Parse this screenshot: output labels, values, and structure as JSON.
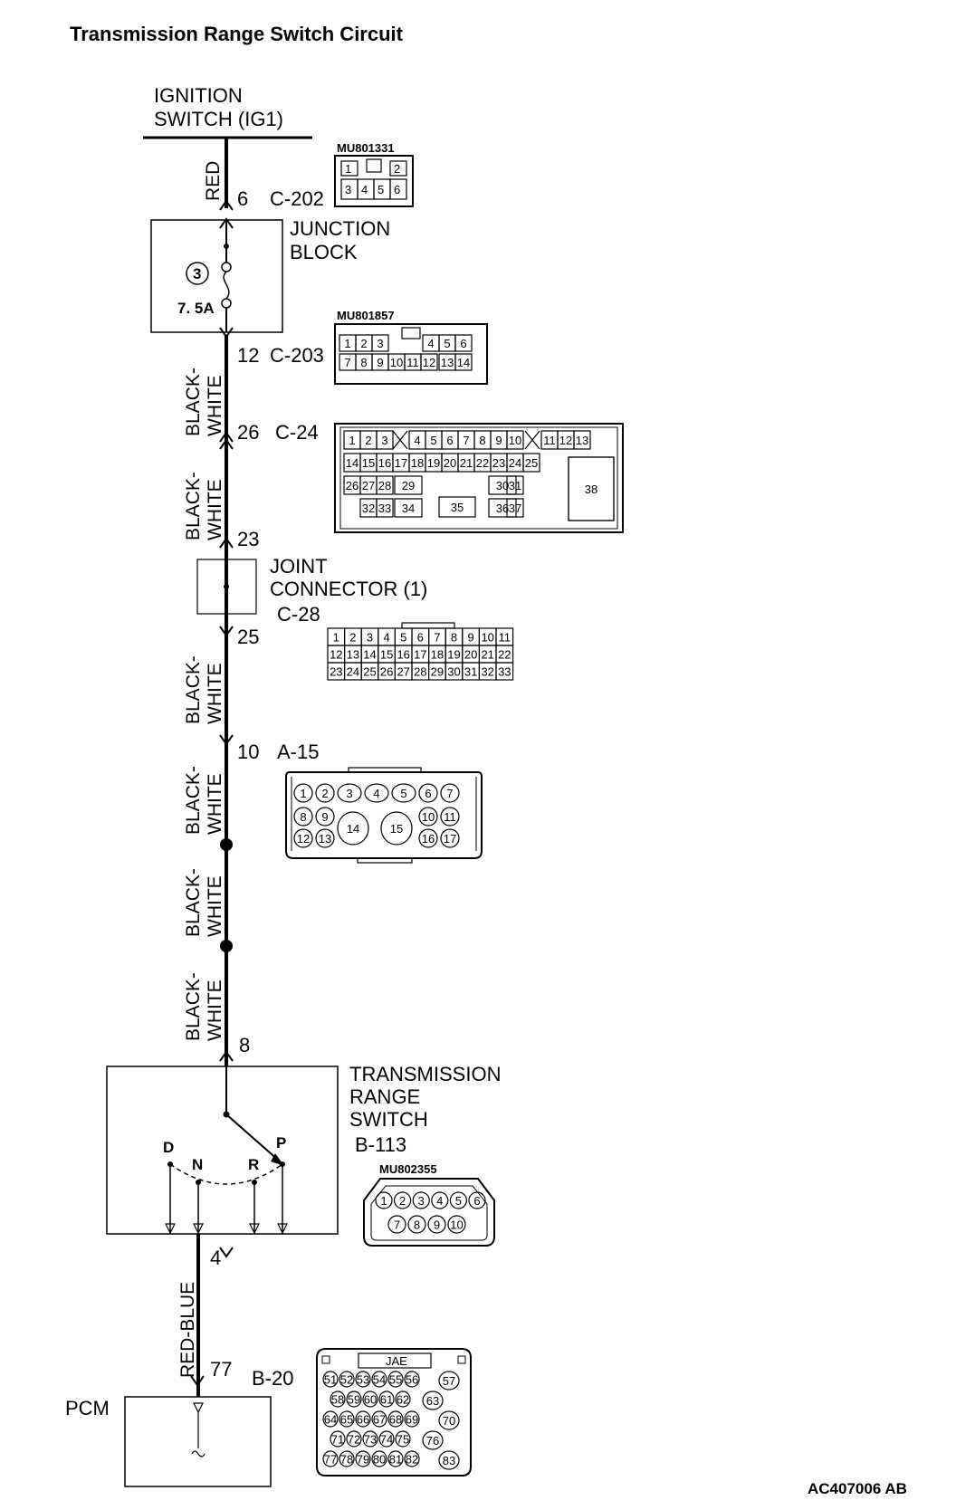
{
  "title": "Transmission Range Switch Circuit",
  "figure_id": "AC407006 AB",
  "ignition": {
    "line1": "IGNITION",
    "line2": "SWITCH (IG1)"
  },
  "wires": {
    "red": "RED",
    "black_white_1": "BLACK-",
    "black_white_2": "WHITE",
    "red_blue": "RED-BLUE"
  },
  "c202": {
    "pin": "6",
    "id": "C-202",
    "part": "MU801331",
    "cells": [
      "1",
      "2",
      "3",
      "4",
      "5",
      "6"
    ]
  },
  "junction_block": {
    "line1": "JUNCTION",
    "line2": "BLOCK",
    "fuse_number": "3",
    "fuse_rating": "7. 5A"
  },
  "c203": {
    "pin": "12",
    "id": "C-203",
    "part": "MU801857",
    "cells": [
      "1",
      "2",
      "3",
      "4",
      "5",
      "6",
      "7",
      "8",
      "9",
      "10",
      "11",
      "12",
      "13",
      "14"
    ]
  },
  "c24": {
    "pin": "26",
    "id": "C-24",
    "cells": [
      "1",
      "2",
      "3",
      "4",
      "5",
      "6",
      "7",
      "8",
      "9",
      "10",
      "11",
      "12",
      "13",
      "14",
      "15",
      "16",
      "17",
      "18",
      "19",
      "20",
      "21",
      "22",
      "23",
      "24",
      "25",
      "26",
      "27",
      "28",
      "29",
      "30",
      "31",
      "32",
      "33",
      "34",
      "35",
      "36",
      "37",
      "38"
    ]
  },
  "joint_connector": {
    "pin_top": "23",
    "pin_bottom": "25",
    "line1": "JOINT",
    "line2": "CONNECTOR (1)",
    "id": "C-28",
    "cells": [
      "1",
      "2",
      "3",
      "4",
      "5",
      "6",
      "7",
      "8",
      "9",
      "10",
      "11",
      "12",
      "13",
      "14",
      "15",
      "16",
      "17",
      "18",
      "19",
      "20",
      "21",
      "22",
      "23",
      "24",
      "25",
      "26",
      "27",
      "28",
      "29",
      "30",
      "31",
      "32",
      "33"
    ]
  },
  "a15": {
    "pin": "10",
    "id": "A-15",
    "cells": [
      "1",
      "2",
      "3",
      "4",
      "5",
      "6",
      "7",
      "8",
      "9",
      "10",
      "11",
      "12",
      "13",
      "14",
      "15",
      "16",
      "17"
    ]
  },
  "trs": {
    "pin_top": "8",
    "pin_bottom": "4",
    "line1": "TRANSMISSION",
    "line2": "RANGE",
    "line3": "SWITCH",
    "id": "B-113",
    "part": "MU802355",
    "positions": [
      "D",
      "N",
      "R",
      "P"
    ],
    "cells": [
      "1",
      "2",
      "3",
      "4",
      "5",
      "6",
      "7",
      "8",
      "9",
      "10"
    ]
  },
  "pcm": {
    "label": "PCM",
    "pin": "77",
    "id": "B-20",
    "header": "JAE",
    "cells": [
      "51",
      "52",
      "53",
      "54",
      "55",
      "56",
      "57",
      "58",
      "59",
      "60",
      "61",
      "62",
      "63",
      "64",
      "65",
      "66",
      "67",
      "68",
      "69",
      "70",
      "71",
      "72",
      "73",
      "74",
      "75",
      "76",
      "77",
      "78",
      "79",
      "80",
      "81",
      "82",
      "83"
    ]
  }
}
